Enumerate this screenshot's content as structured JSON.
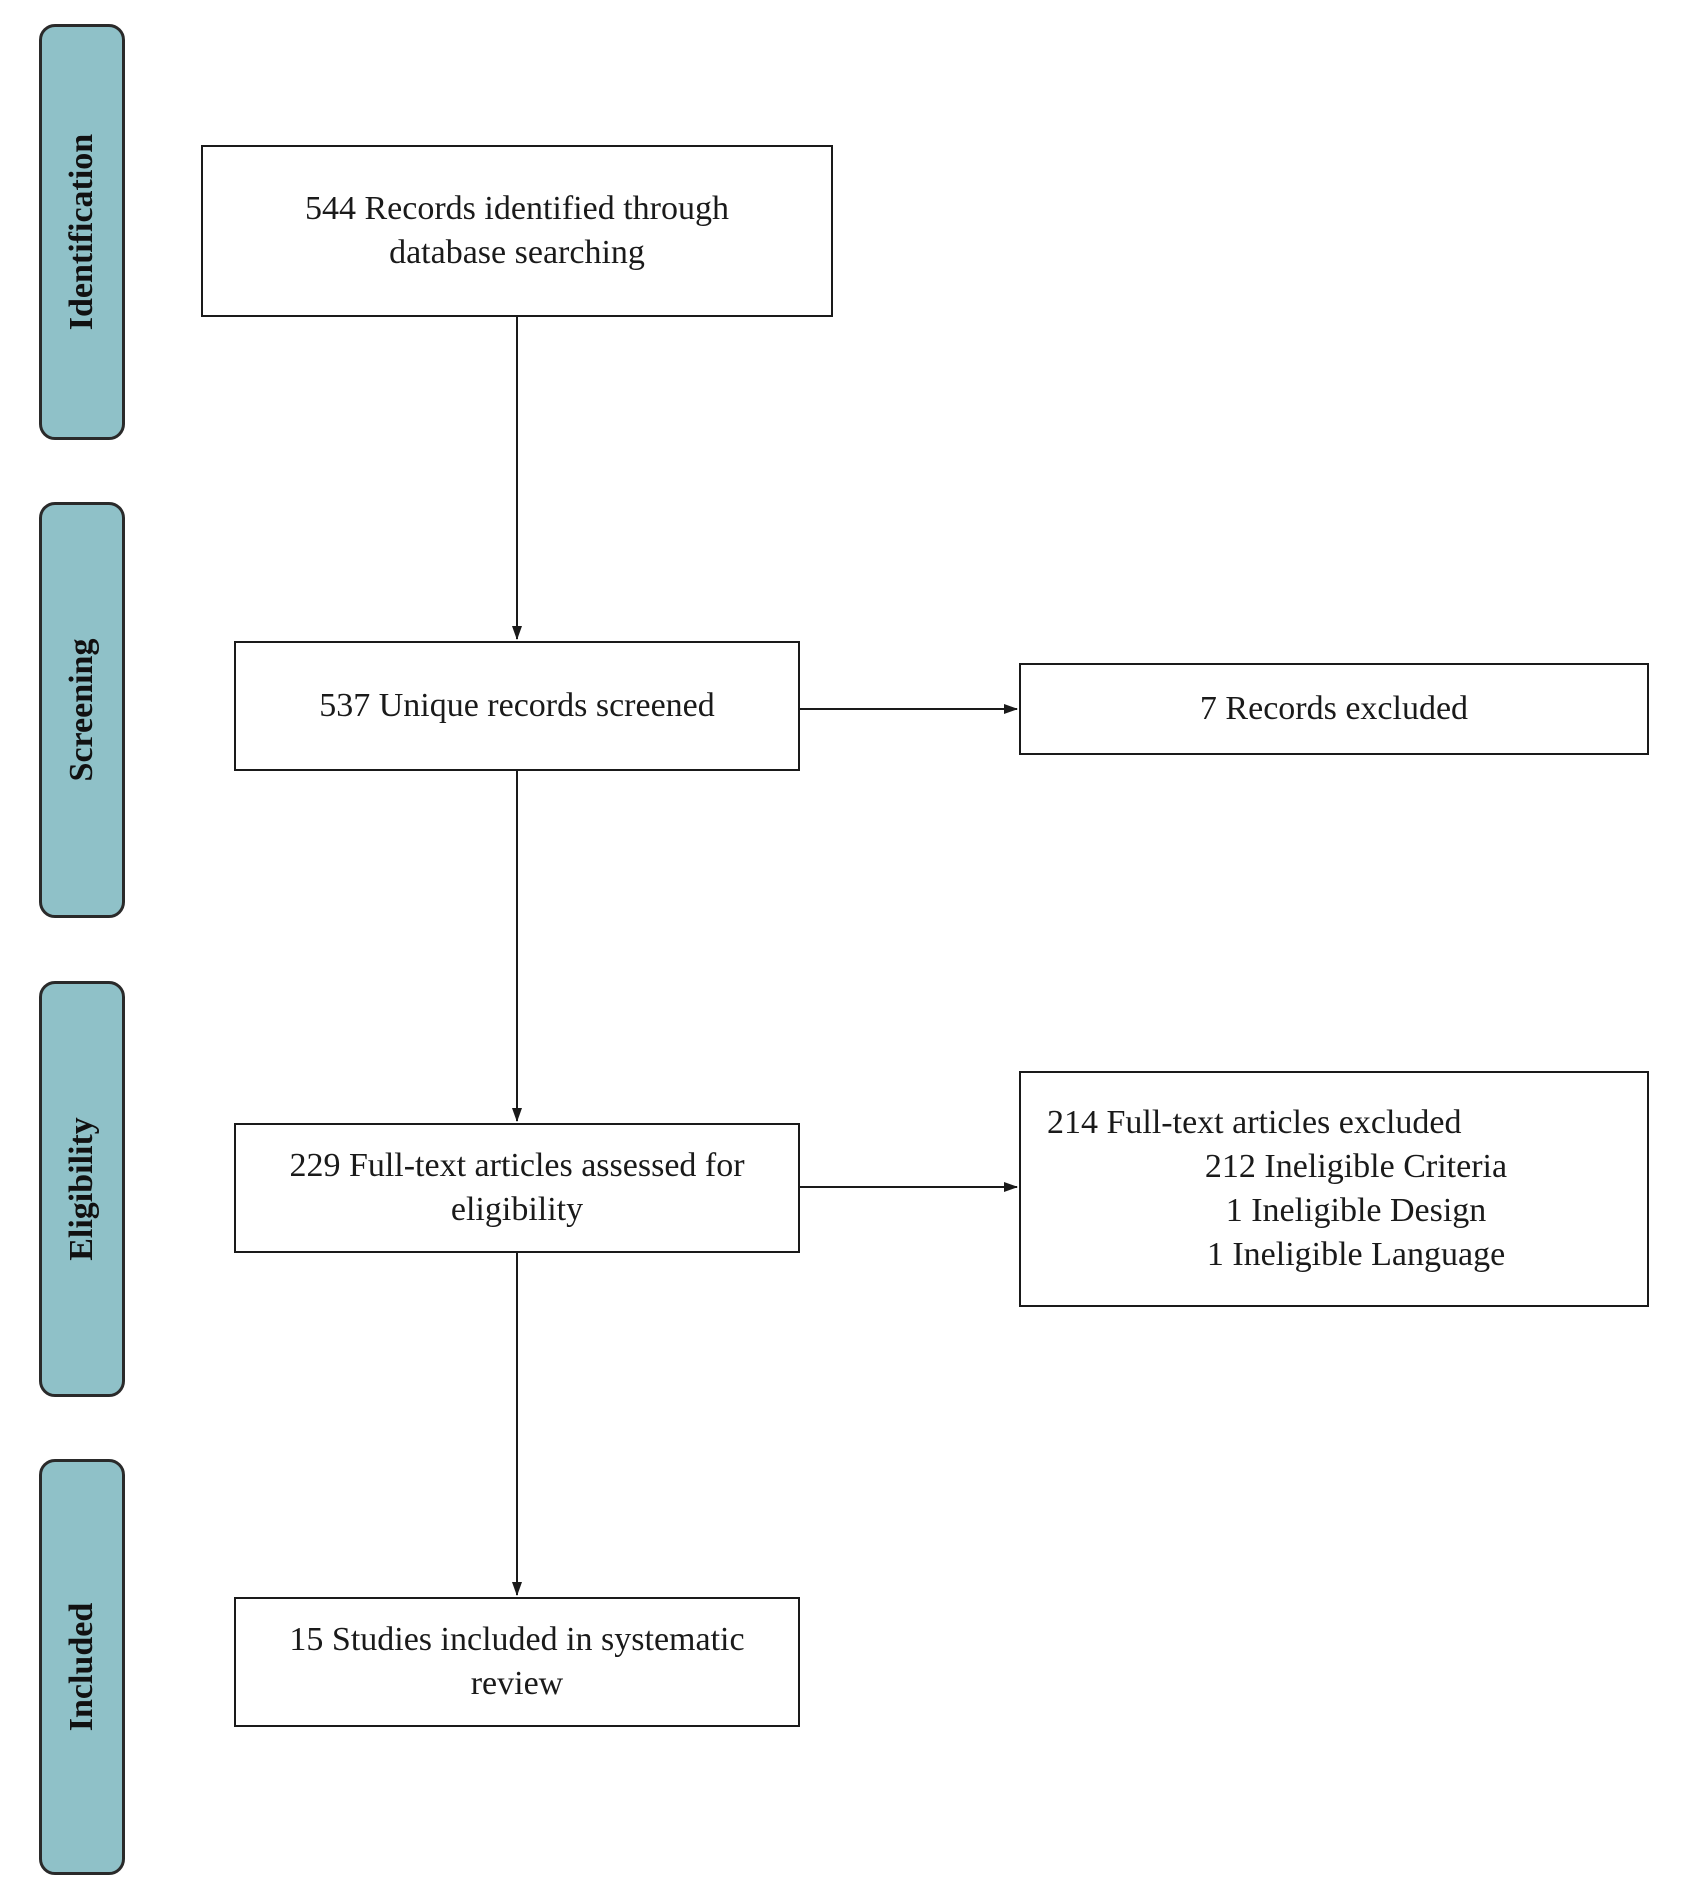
{
  "phases": {
    "identification": "Identification",
    "screening": "Screening",
    "eligibility": "Eligibility",
    "included": "Included"
  },
  "boxes": {
    "identified": {
      "line1": "544 Records identified through",
      "line2": "database searching"
    },
    "screened": {
      "line1": "537 Unique records screened"
    },
    "excluded_records": {
      "line1": "7 Records excluded"
    },
    "assessed": {
      "line1": "229 Full-text articles assessed for",
      "line2": "eligibility"
    },
    "excluded_fulltext": {
      "title": "214 Full-text articles excluded",
      "reasons": [
        "212 Ineligible Criteria",
        "1 Ineligible Design",
        "1 Ineligible Language"
      ]
    },
    "included": {
      "line1": "15 Studies included in systematic",
      "line2": "review"
    }
  },
  "colors": {
    "phase_fill": "#8fc1c8",
    "border": "#1a1a1a"
  }
}
